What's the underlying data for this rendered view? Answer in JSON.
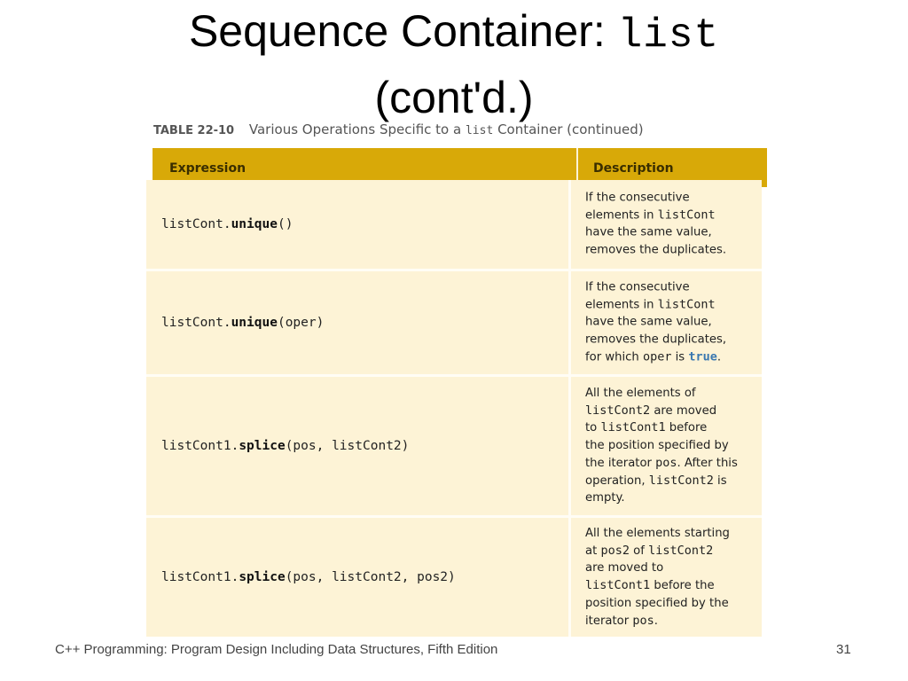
{
  "slide": {
    "title_main": "Sequence Container:",
    "title_mono": "list",
    "title_line2": "(cont'd.)"
  },
  "table": {
    "caption_number": "TABLE 22-10",
    "caption_pre": "Various Operations Specific to a",
    "caption_mono": "list",
    "caption_post": "Container (continued)",
    "header_expression": "Expression",
    "header_description": "Description",
    "rows": [
      {
        "expr_obj": "listCont.",
        "expr_fn": "unique",
        "expr_args": "()",
        "desc": [
          {
            "t": "If the consecutive"
          },
          {
            "t": "elements in "
          },
          {
            "m": "listCont"
          },
          {
            "t": "have the same value,"
          },
          {
            "t": "removes the duplicates."
          }
        ]
      },
      {
        "expr_obj": "listCont.",
        "expr_fn": "unique",
        "expr_args": "(oper)",
        "desc": [
          {
            "t": "If the consecutive"
          },
          {
            "t": "elements in "
          },
          {
            "m": "listCont"
          },
          {
            "t": "have the same value,"
          },
          {
            "t": "removes the duplicates,"
          },
          {
            "t": "for which "
          },
          {
            "m": "oper"
          },
          {
            "t": " is "
          },
          {
            "k": "true"
          },
          {
            "t": "."
          }
        ]
      },
      {
        "expr_obj": "listCont1.",
        "expr_fn": "splice",
        "expr_args": "(pos, listCont2)",
        "desc": [
          {
            "t": "All the elements of"
          },
          {
            "m": "listCont2"
          },
          {
            "t": " are moved"
          },
          {
            "t": "to "
          },
          {
            "m": "listCont1"
          },
          {
            "t": " before"
          },
          {
            "t": "the position specified by"
          },
          {
            "t": "the iterator "
          },
          {
            "m": "pos"
          },
          {
            "t": ". After this"
          },
          {
            "t": "operation, "
          },
          {
            "m": "listCont2"
          },
          {
            "t": " is"
          },
          {
            "t": "empty."
          }
        ]
      },
      {
        "expr_obj": "listCont1.",
        "expr_fn": "splice",
        "expr_args": "(pos, listCont2, pos2)",
        "desc": [
          {
            "t": "All the elements starting"
          },
          {
            "t": "at "
          },
          {
            "m": "pos2"
          },
          {
            "t": " of "
          },
          {
            "m": "listCont2"
          },
          {
            "t": "are moved to"
          },
          {
            "m": "listCont1"
          },
          {
            "t": " before the"
          },
          {
            "t": "position specified by the"
          },
          {
            "t": "iterator "
          },
          {
            "m": "pos"
          },
          {
            "t": "."
          }
        ]
      }
    ]
  },
  "footer": {
    "book_title": "C++ Programming: Program Design Including Data Structures, Fifth Edition",
    "page_number": "31"
  }
}
